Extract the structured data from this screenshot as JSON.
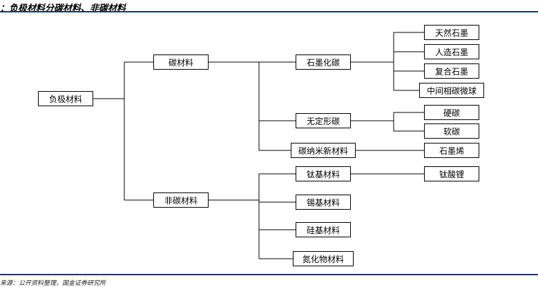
{
  "title": "：负极材料分碳材料、非碳材料",
  "footer": "来源：公开资料整理，国金证券研究所",
  "colors": {
    "rule": "#17375e",
    "connector": "#000000",
    "box_border": "#000000",
    "box_fill": "#ffffff"
  },
  "nodes": {
    "root": "负极材料",
    "carbon": "碳材料",
    "non_carbon": "非碳材料",
    "graphitized_carbon": "石墨化碳",
    "amorphous_carbon": "无定形碳",
    "carbon_nano": "碳纳米新材料",
    "ti_based": "钛基材料",
    "sn_based": "锡基材料",
    "si_based": "硅基材料",
    "nitride": "氮化物材料",
    "natural_graphite": "天然石墨",
    "artificial_graphite": "人造石墨",
    "composite_graphite": "复合石墨",
    "mcmb": "中间相碳微球",
    "hard_carbon": "硬碳",
    "soft_carbon": "软碳",
    "graphene": "石墨烯",
    "lto": "钛酸锂"
  },
  "tree": {
    "负极材料": {
      "碳材料": {
        "石墨化碳": [
          "天然石墨",
          "人造石墨",
          "复合石墨",
          "中间相碳微球"
        ],
        "无定形碳": [
          "硬碳",
          "软碳"
        ],
        "碳纳米新材料": [
          "石墨烯"
        ]
      },
      "非碳材料": {
        "钛基材料": [
          "钛酸锂"
        ],
        "锡基材料": [],
        "硅基材料": [],
        "氮化物材料": []
      }
    }
  }
}
